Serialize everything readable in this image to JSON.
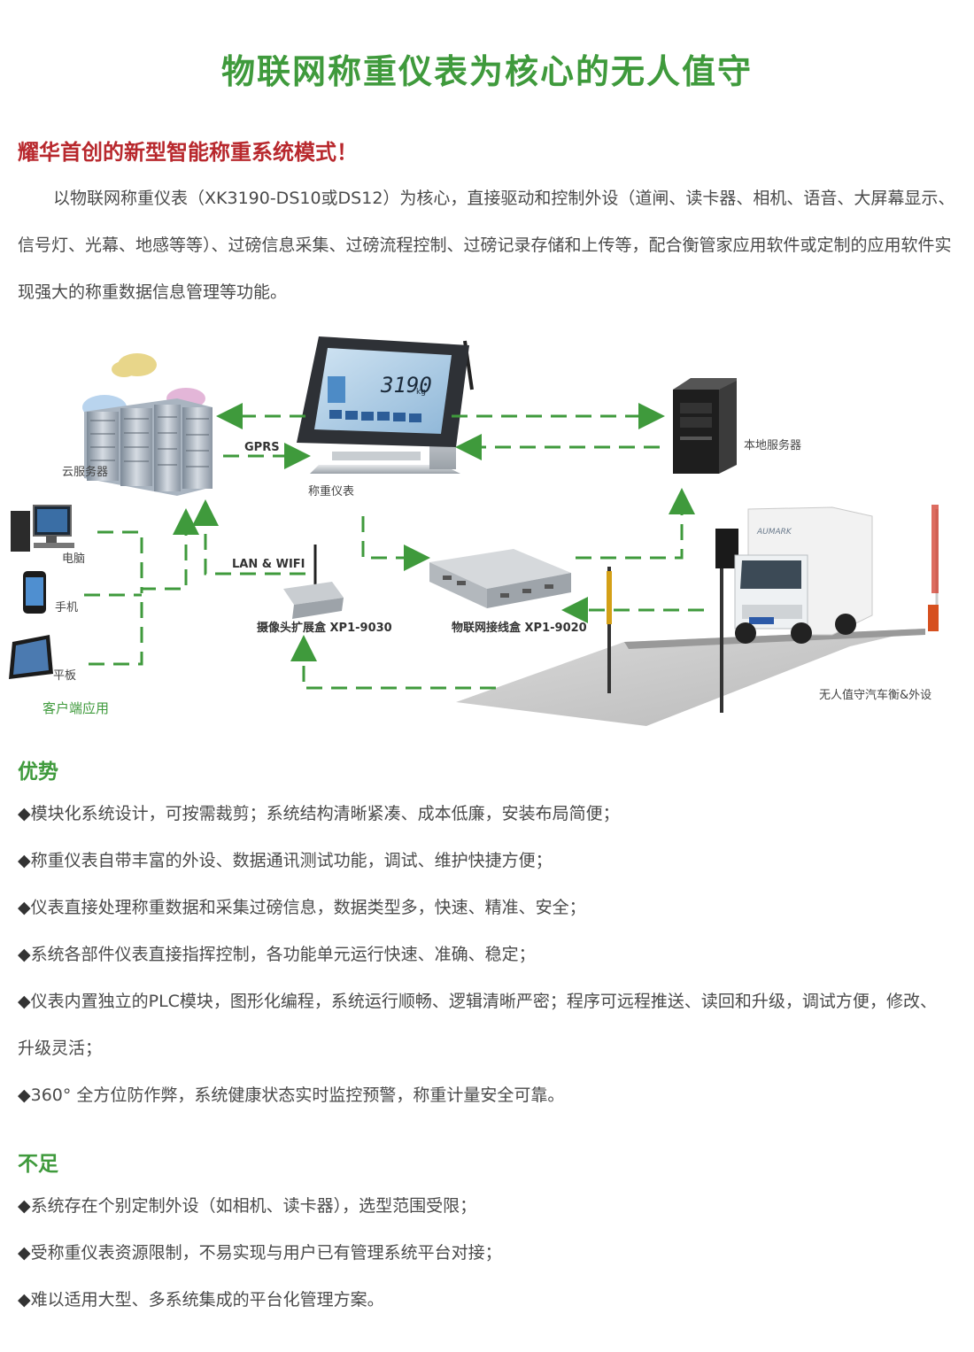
{
  "title": "物联网称重仪表为核心的无人值守",
  "subtitle": "耀华首创的新型智能称重系统模式！",
  "intro": "以物联网称重仪表（XK3190-DS10或DS12）为核心，直接驱动和控制外设（道闸、读卡器、相机、语音、大屏幕显示、信号灯、光幕、地感等等）、过磅信息采集、过磅流程控制、过磅记录存储和上传等，配合衡管家应用软件或定制的应用软件实现强大的称重数据信息管理等功能。",
  "diagram": {
    "cloud_server": "云服务器",
    "gprs": "GPRS",
    "indicator": "称重仪表",
    "indicator_display": "3190",
    "indicator_unit": "kg",
    "local_server": "本地服务器",
    "pc": "电脑",
    "phone": "手机",
    "tablet": "平板",
    "client_apps": "客户端应用",
    "lan_wifi": "LAN & WIFI",
    "camera_box": "摄像头扩展盒 XP1-9030",
    "iot_box": "物联网接线盒 XP1-9020",
    "truck_scale": "无人值守汽车衡&外设",
    "truck_brand": "AUMARK",
    "colors": {
      "arrow": "#3f9a3c",
      "accent_red": "#b8282d"
    }
  },
  "advantages": {
    "heading": "优势",
    "items": [
      "模块化系统设计，可按需裁剪；系统结构清晰紧凑、成本低廉，安装布局简便；",
      "称重仪表自带丰富的外设、数据通讯测试功能，调试、维护快捷方便；",
      "仪表直接处理称重数据和采集过磅信息，数据类型多，快速、精准、安全；",
      "系统各部件仪表直接指挥控制，各功能单元运行快速、准确、稳定；",
      "仪表内置独立的PLC模块，图形化编程，系统运行顺畅、逻辑清晰严密；程序可远程推送、读回和升级，调试方便，修改、升级灵活；",
      "360° 全方位防作弊，系统健康状态实时监控预警，称重计量安全可靠。"
    ]
  },
  "disadvantages": {
    "heading": "不足",
    "items": [
      "系统存在个别定制外设（如相机、读卡器），选型范围受限；",
      "受称重仪表资源限制，不易实现与用户已有管理系统平台对接；",
      "难以适用大型、多系统集成的平台化管理方案。"
    ]
  }
}
